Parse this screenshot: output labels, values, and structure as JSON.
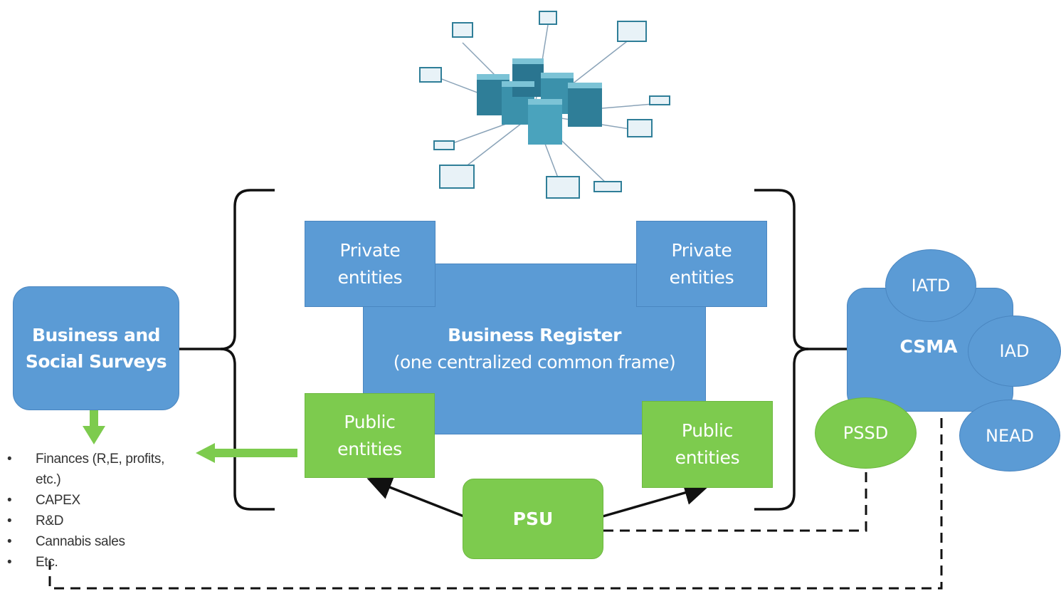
{
  "nodes": {
    "business_surveys": "Business and\nSocial Surveys",
    "private_left": "Private\nentities",
    "private_right": "Private\nentities",
    "register_title": "Business Register",
    "register_subtitle": "(one centralized common frame)",
    "public_left": "Public\nentities",
    "public_right": "Public\nentities",
    "psu": "PSU",
    "csma": "CSMA",
    "iatd": "IATD",
    "iad": "IAD",
    "nead": "NEAD",
    "pssd": "PSSD"
  },
  "survey_topics": [
    "Finances (R,E, profits,",
    "etc.)",
    "CAPEX",
    "R&D",
    "Cannabis sales",
    "Etc."
  ],
  "colors": {
    "blue": "#5b9bd5",
    "green": "#7dcb4e",
    "line": "#111111"
  },
  "icons": {
    "network": "server-network-icon"
  }
}
